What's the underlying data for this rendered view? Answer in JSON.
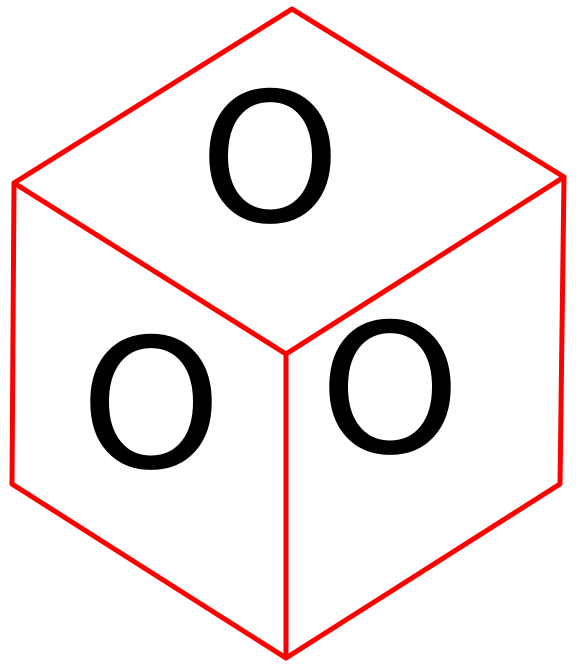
{
  "cube": {
    "edge_color": "#ff0000",
    "letter_color": "#000000",
    "faces": {
      "top": {
        "letter": "O"
      },
      "left": {
        "letter": "O"
      },
      "right": {
        "letter": "O"
      }
    }
  }
}
